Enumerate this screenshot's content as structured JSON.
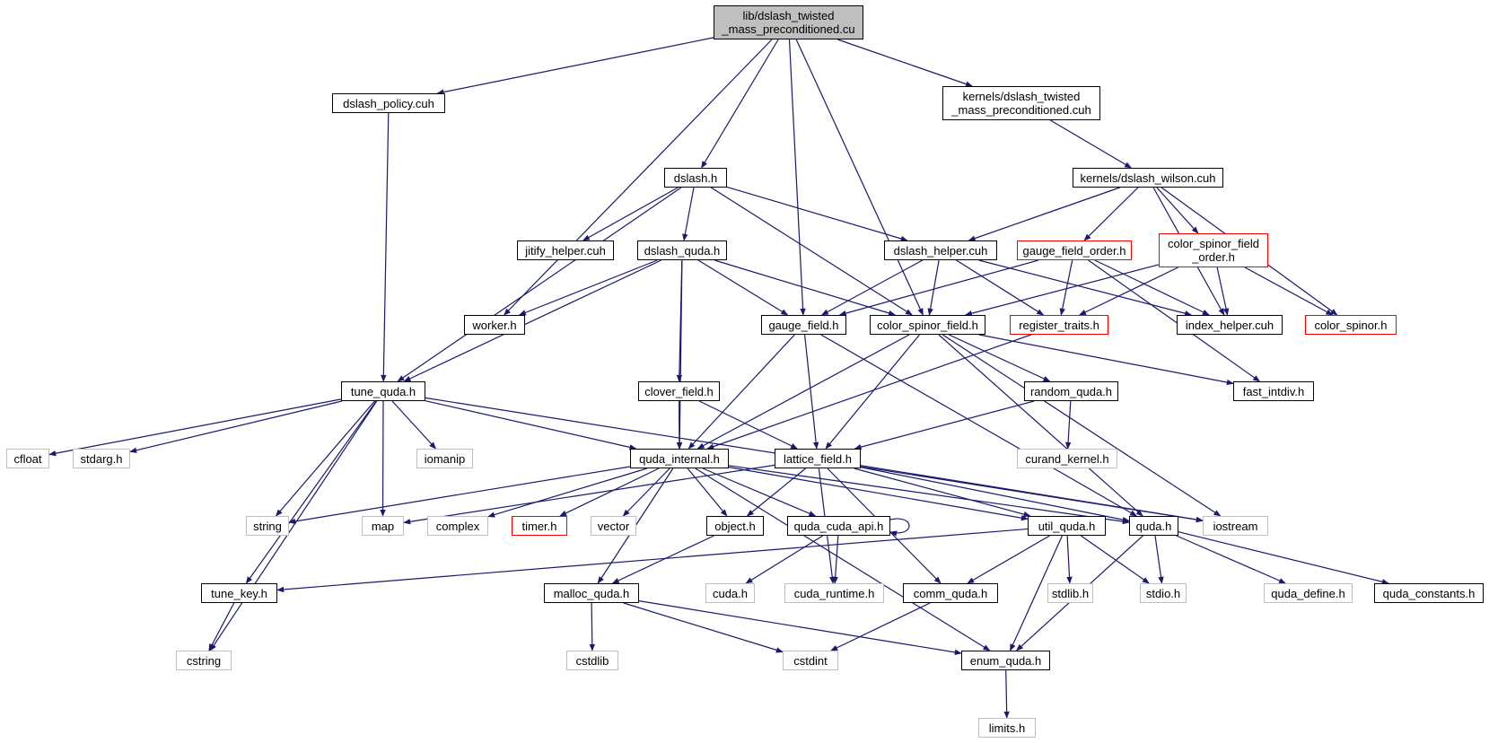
{
  "colors": {
    "edge": "#191970",
    "solid": "#000000",
    "external": "#bfbfbf",
    "truncated": "#ff0000",
    "root_fill": "#bfbfbf"
  },
  "nodes": [
    {
      "id": "root",
      "kind": "root",
      "lines": [
        "lib/dslash_twisted",
        "_mass_preconditioned.cu"
      ]
    },
    {
      "id": "dslash_policy",
      "kind": "solid",
      "lines": [
        "dslash_policy.cuh"
      ]
    },
    {
      "id": "k_tmp",
      "kind": "solid",
      "lines": [
        "kernels/dslash_twisted",
        "_mass_preconditioned.cuh"
      ]
    },
    {
      "id": "dslash_h",
      "kind": "solid",
      "lines": [
        "dslash.h"
      ]
    },
    {
      "id": "k_wilson",
      "kind": "solid",
      "lines": [
        "kernels/dslash_wilson.cuh"
      ]
    },
    {
      "id": "jitify",
      "kind": "solid",
      "lines": [
        "jitify_helper.cuh"
      ]
    },
    {
      "id": "dslash_quda",
      "kind": "solid",
      "lines": [
        "dslash_quda.h"
      ]
    },
    {
      "id": "dslash_helper",
      "kind": "solid",
      "lines": [
        "dslash_helper.cuh"
      ]
    },
    {
      "id": "gfo",
      "kind": "red",
      "lines": [
        "gauge_field_order.h"
      ]
    },
    {
      "id": "csfo",
      "kind": "red",
      "lines": [
        "color_spinor_field",
        "_order.h"
      ]
    },
    {
      "id": "worker",
      "kind": "solid",
      "lines": [
        "worker.h"
      ]
    },
    {
      "id": "gauge_field",
      "kind": "solid",
      "lines": [
        "gauge_field.h"
      ]
    },
    {
      "id": "csf",
      "kind": "solid",
      "lines": [
        "color_spinor_field.h"
      ]
    },
    {
      "id": "reg_traits",
      "kind": "red",
      "lines": [
        "register_traits.h"
      ]
    },
    {
      "id": "index_helper",
      "kind": "solid",
      "lines": [
        "index_helper.cuh"
      ]
    },
    {
      "id": "color_spinor",
      "kind": "red",
      "lines": [
        "color_spinor.h"
      ]
    },
    {
      "id": "tune_quda",
      "kind": "solid",
      "lines": [
        "tune_quda.h"
      ]
    },
    {
      "id": "clover_field",
      "kind": "solid",
      "lines": [
        "clover_field.h"
      ]
    },
    {
      "id": "random_quda",
      "kind": "solid",
      "lines": [
        "random_quda.h"
      ]
    },
    {
      "id": "fast_intdiv",
      "kind": "solid",
      "lines": [
        "fast_intdiv.h"
      ]
    },
    {
      "id": "cfloat",
      "kind": "gray",
      "lines": [
        "cfloat"
      ]
    },
    {
      "id": "stdarg",
      "kind": "gray",
      "lines": [
        "stdarg.h"
      ]
    },
    {
      "id": "iomanip",
      "kind": "gray",
      "lines": [
        "iomanip"
      ]
    },
    {
      "id": "quda_internal",
      "kind": "solid",
      "lines": [
        "quda_internal.h"
      ]
    },
    {
      "id": "lattice_field",
      "kind": "solid",
      "lines": [
        "lattice_field.h"
      ]
    },
    {
      "id": "curand_kernel",
      "kind": "gray",
      "lines": [
        "curand_kernel.h"
      ]
    },
    {
      "id": "string",
      "kind": "gray",
      "lines": [
        "string"
      ]
    },
    {
      "id": "map",
      "kind": "gray",
      "lines": [
        "map"
      ]
    },
    {
      "id": "complex",
      "kind": "gray",
      "lines": [
        "complex"
      ]
    },
    {
      "id": "timer",
      "kind": "red",
      "lines": [
        "timer.h"
      ]
    },
    {
      "id": "vector",
      "kind": "gray",
      "lines": [
        "vector"
      ]
    },
    {
      "id": "object",
      "kind": "solid",
      "lines": [
        "object.h"
      ]
    },
    {
      "id": "quda_cuda_api",
      "kind": "solid",
      "lines": [
        "quda_cuda_api.h"
      ]
    },
    {
      "id": "util_quda",
      "kind": "solid",
      "lines": [
        "util_quda.h"
      ]
    },
    {
      "id": "quda_h",
      "kind": "solid",
      "lines": [
        "quda.h"
      ]
    },
    {
      "id": "iostream",
      "kind": "gray",
      "lines": [
        "iostream"
      ]
    },
    {
      "id": "tune_key",
      "kind": "solid",
      "lines": [
        "tune_key.h"
      ]
    },
    {
      "id": "malloc_quda",
      "kind": "solid",
      "lines": [
        "malloc_quda.h"
      ]
    },
    {
      "id": "cuda_h",
      "kind": "gray",
      "lines": [
        "cuda.h"
      ]
    },
    {
      "id": "cuda_runtime",
      "kind": "gray",
      "lines": [
        "cuda_runtime.h"
      ]
    },
    {
      "id": "comm_quda",
      "kind": "solid",
      "lines": [
        "comm_quda.h"
      ]
    },
    {
      "id": "stdlib",
      "kind": "gray",
      "lines": [
        "stdlib.h"
      ]
    },
    {
      "id": "stdio",
      "kind": "gray",
      "lines": [
        "stdio.h"
      ]
    },
    {
      "id": "quda_define",
      "kind": "gray",
      "lines": [
        "quda_define.h"
      ]
    },
    {
      "id": "quda_constants",
      "kind": "solid",
      "lines": [
        "quda_constants.h"
      ]
    },
    {
      "id": "cstring",
      "kind": "gray",
      "lines": [
        "cstring"
      ]
    },
    {
      "id": "cstdlib",
      "kind": "gray",
      "lines": [
        "cstdlib"
      ]
    },
    {
      "id": "cstdint",
      "kind": "gray",
      "lines": [
        "cstdint"
      ]
    },
    {
      "id": "enum_quda",
      "kind": "solid",
      "lines": [
        "enum_quda.h"
      ]
    },
    {
      "id": "limits",
      "kind": "gray",
      "lines": [
        "limits.h"
      ]
    }
  ],
  "edges": [
    [
      "root",
      "dslash_policy"
    ],
    [
      "root",
      "worker"
    ],
    [
      "root",
      "dslash_h"
    ],
    [
      "root",
      "gauge_field"
    ],
    [
      "root",
      "csf"
    ],
    [
      "root",
      "k_tmp"
    ],
    [
      "dslash_policy",
      "tune_quda"
    ],
    [
      "k_tmp",
      "k_wilson"
    ],
    [
      "dslash_h",
      "tune_quda"
    ],
    [
      "dslash_h",
      "jitify"
    ],
    [
      "dslash_h",
      "dslash_quda"
    ],
    [
      "dslash_h",
      "csf"
    ],
    [
      "dslash_h",
      "dslash_helper"
    ],
    [
      "k_wilson",
      "dslash_helper"
    ],
    [
      "k_wilson",
      "gfo"
    ],
    [
      "k_wilson",
      "csfo"
    ],
    [
      "k_wilson",
      "index_helper"
    ],
    [
      "k_wilson",
      "color_spinor"
    ],
    [
      "dslash_quda",
      "worker"
    ],
    [
      "dslash_quda",
      "tune_quda"
    ],
    [
      "dslash_quda",
      "quda_internal"
    ],
    [
      "dslash_quda",
      "clover_field"
    ],
    [
      "dslash_quda",
      "gauge_field"
    ],
    [
      "dslash_quda",
      "csf"
    ],
    [
      "dslash_helper",
      "gauge_field"
    ],
    [
      "dslash_helper",
      "csf"
    ],
    [
      "dslash_helper",
      "reg_traits"
    ],
    [
      "dslash_helper",
      "index_helper"
    ],
    [
      "gfo",
      "gauge_field"
    ],
    [
      "gfo",
      "reg_traits"
    ],
    [
      "gfo",
      "index_helper"
    ],
    [
      "gfo",
      "fast_intdiv"
    ],
    [
      "csfo",
      "csf"
    ],
    [
      "csfo",
      "reg_traits"
    ],
    [
      "csfo",
      "index_helper"
    ],
    [
      "csfo",
      "color_spinor"
    ],
    [
      "gauge_field",
      "quda_internal"
    ],
    [
      "gauge_field",
      "lattice_field"
    ],
    [
      "gauge_field",
      "quda_h"
    ],
    [
      "csf",
      "quda_internal"
    ],
    [
      "csf",
      "lattice_field"
    ],
    [
      "csf",
      "random_quda"
    ],
    [
      "csf",
      "fast_intdiv"
    ],
    [
      "csf",
      "quda_h"
    ],
    [
      "csf",
      "iostream"
    ],
    [
      "reg_traits",
      "quda_internal"
    ],
    [
      "tune_quda",
      "cfloat"
    ],
    [
      "tune_quda",
      "stdarg"
    ],
    [
      "tune_quda",
      "iomanip"
    ],
    [
      "tune_quda",
      "quda_internal"
    ],
    [
      "tune_quda",
      "string"
    ],
    [
      "tune_quda",
      "map"
    ],
    [
      "tune_quda",
      "tune_key"
    ],
    [
      "tune_quda",
      "cstring"
    ],
    [
      "tune_quda",
      "iostream"
    ],
    [
      "clover_field",
      "quda_internal"
    ],
    [
      "clover_field",
      "lattice_field"
    ],
    [
      "random_quda",
      "curand_kernel"
    ],
    [
      "random_quda",
      "lattice_field"
    ],
    [
      "quda_internal",
      "string"
    ],
    [
      "quda_internal",
      "complex"
    ],
    [
      "quda_internal",
      "timer"
    ],
    [
      "quda_internal",
      "vector"
    ],
    [
      "quda_internal",
      "object"
    ],
    [
      "quda_internal",
      "quda_cuda_api"
    ],
    [
      "quda_internal",
      "util_quda"
    ],
    [
      "quda_internal",
      "quda_h"
    ],
    [
      "quda_internal",
      "malloc_quda"
    ],
    [
      "quda_internal",
      "enum_quda"
    ],
    [
      "lattice_field",
      "map"
    ],
    [
      "lattice_field",
      "object"
    ],
    [
      "lattice_field",
      "util_quda"
    ],
    [
      "lattice_field",
      "quda_h"
    ],
    [
      "lattice_field",
      "iostream"
    ],
    [
      "lattice_field",
      "cuda_runtime"
    ],
    [
      "lattice_field",
      "comm_quda"
    ],
    [
      "object",
      "malloc_quda"
    ],
    [
      "quda_cuda_api",
      "quda_cuda_api"
    ],
    [
      "quda_cuda_api",
      "cuda_h"
    ],
    [
      "quda_cuda_api",
      "cuda_runtime"
    ],
    [
      "util_quda",
      "tune_key"
    ],
    [
      "util_quda",
      "comm_quda"
    ],
    [
      "util_quda",
      "stdlib"
    ],
    [
      "util_quda",
      "stdio"
    ],
    [
      "util_quda",
      "enum_quda"
    ],
    [
      "quda_h",
      "stdio"
    ],
    [
      "quda_h",
      "quda_define"
    ],
    [
      "quda_h",
      "quda_constants"
    ],
    [
      "quda_h",
      "enum_quda"
    ],
    [
      "tune_key",
      "cstring"
    ],
    [
      "malloc_quda",
      "cstdlib"
    ],
    [
      "malloc_quda",
      "cstdint"
    ],
    [
      "malloc_quda",
      "enum_quda"
    ],
    [
      "comm_quda",
      "cstdint"
    ],
    [
      "enum_quda",
      "limits"
    ]
  ]
}
